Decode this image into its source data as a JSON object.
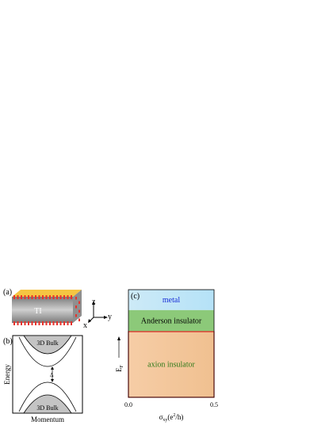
{
  "panel_a": {
    "label": "(a)",
    "block_label": "TI",
    "axes": {
      "z": "z",
      "x": "x",
      "y": "y"
    },
    "colors": {
      "top_face": "#f5c542",
      "surface_stripe": "#e8322b",
      "body": "#9e9e9e"
    }
  },
  "panel_b": {
    "label": "(b)",
    "ylabel": "Energy",
    "xlabel": "Momentum",
    "upper_bulk_label": "3D Bulk",
    "lower_bulk_label": "3D Bulk",
    "gap_label": "Δ"
  },
  "panel_c": {
    "label": "(c)",
    "ylabel": "E",
    "ylabel_sub": "F",
    "xlabel": "σ",
    "xlabel_sub": "xy",
    "xlabel_unit_pre": "(e",
    "xlabel_unit_sup": "2",
    "xlabel_unit_post": "/h)"
  },
  "chart_data": {
    "type": "area",
    "xlim": [
      0.0,
      0.5
    ],
    "x_ticks": [
      "0.0",
      "0.5"
    ],
    "regions": [
      {
        "name": "metal",
        "color": "#bfe6f7",
        "text_color": "#1a2fd6",
        "ylim_fraction": [
          0.81,
          1.0
        ]
      },
      {
        "name": "Anderson insulator",
        "color": "#8cc979",
        "text_color": "#000000",
        "ylim_fraction": [
          0.61,
          0.81
        ]
      },
      {
        "name": "axion insulator",
        "color": "#f2c89c",
        "text_color": "#2f7a1a",
        "ylim_fraction": [
          0.0,
          0.61
        ]
      }
    ],
    "boundary_color": "#e02020"
  }
}
